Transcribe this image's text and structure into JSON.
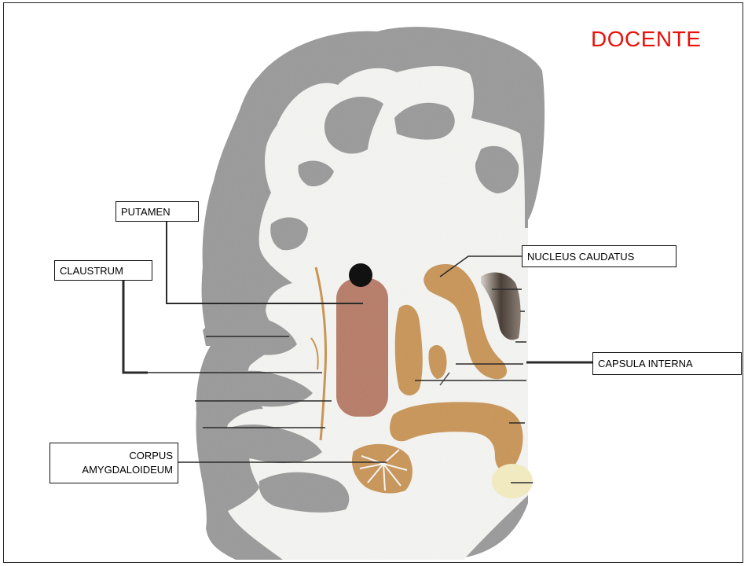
{
  "title": {
    "text": "DOCENTE",
    "color": "#e8110b"
  },
  "labels": {
    "putamen": "PUTAMEN",
    "claustrum": "CLAUSTRUM",
    "nucleus_caudatus": "NUCLEUS CAUDATUS",
    "capsula_interna": "CAPSULA INTERNA",
    "corpus_line1": "CORPUS",
    "corpus_line2": "AMYGDALOIDEUM"
  },
  "colors": {
    "cortex_gray": "#9a9a9a",
    "white_matter": "#f4f4f2",
    "putamen": "#b77b66",
    "caudate": "#c99554",
    "amygdala": "#c99554",
    "leader": "#2a2a2a"
  }
}
